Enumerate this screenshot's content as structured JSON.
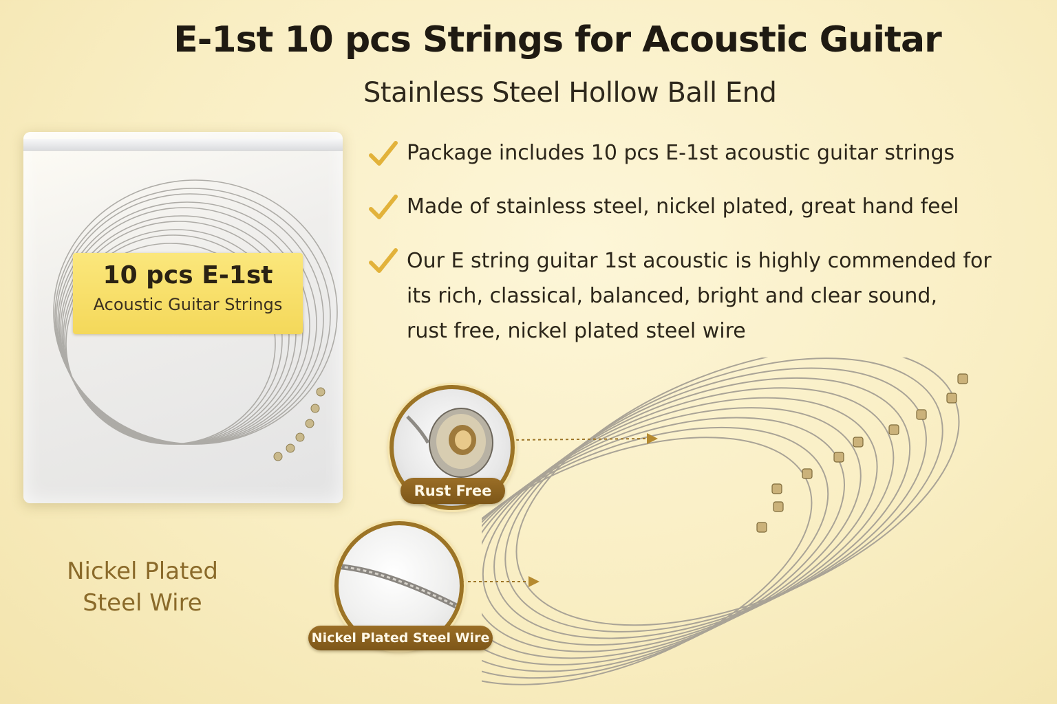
{
  "header": {
    "title": "E-1st 10 pcs Strings for Acoustic Guitar",
    "subtitle": "Stainless Steel Hollow Ball End"
  },
  "package": {
    "label_main": "10 pcs E-1st",
    "label_sub": "Acoustic Guitar Strings"
  },
  "features": [
    {
      "icon": "check-icon",
      "lines": [
        "Package includes 10 pcs E-1st acoustic guitar strings"
      ]
    },
    {
      "icon": "check-icon",
      "lines": [
        "Made of stainless steel, nickel plated, great hand feel"
      ]
    },
    {
      "icon": "check-icon",
      "lines": [
        "Our E string guitar 1st acoustic is highly commended for",
        "its rich, classical, balanced, bright and clear sound,",
        "rust free, nickel plated steel wire"
      ]
    }
  ],
  "callouts": {
    "ball_end": "Rust Free",
    "wire": "Nickel Plated Steel Wire"
  },
  "side_caption": {
    "line1": "Nickel Plated",
    "line2": "Steel Wire"
  },
  "colors": {
    "background": "#f9eec3",
    "accent_gold": "#9c7426",
    "check": "#e2b23a",
    "label_yellow": "#f4d85a"
  }
}
